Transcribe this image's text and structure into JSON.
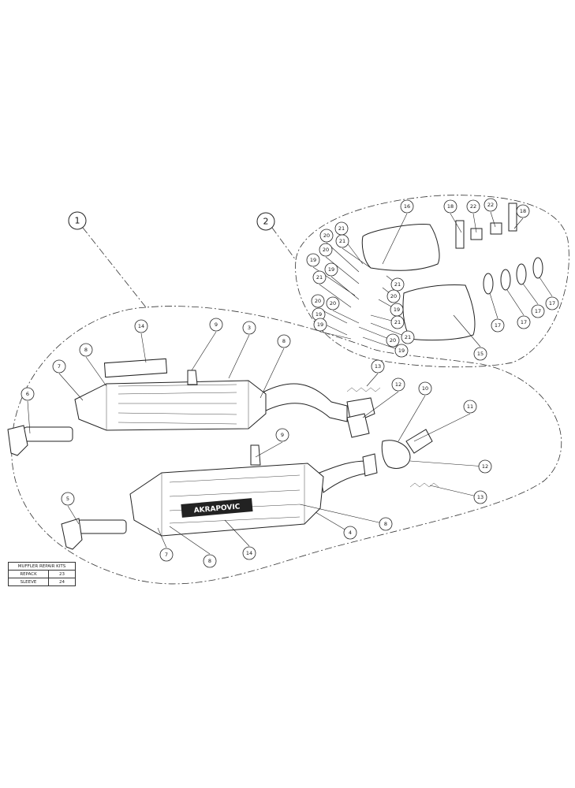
{
  "diagram": {
    "assembly_labels": [
      "1",
      "2"
    ],
    "brand_logo_text": "AKRAPOVIC",
    "callouts": [
      "16",
      "18",
      "22",
      "22",
      "18",
      "21",
      "20",
      "21",
      "20",
      "19",
      "19",
      "21",
      "20",
      "20",
      "19",
      "19",
      "21",
      "20",
      "19",
      "21",
      "21",
      "20",
      "19",
      "15",
      "17",
      "17",
      "17",
      "17",
      "14",
      "9",
      "3",
      "8",
      "8",
      "7",
      "6",
      "13",
      "12",
      "10",
      "11",
      "9",
      "12",
      "13",
      "5",
      "8",
      "4",
      "7",
      "8",
      "14"
    ]
  },
  "repair_kits": {
    "title": "MUFFLER REPAIR KITS",
    "rows": [
      {
        "name": "REPACK",
        "number": "23"
      },
      {
        "name": "SLEEVE",
        "number": "24"
      }
    ]
  }
}
